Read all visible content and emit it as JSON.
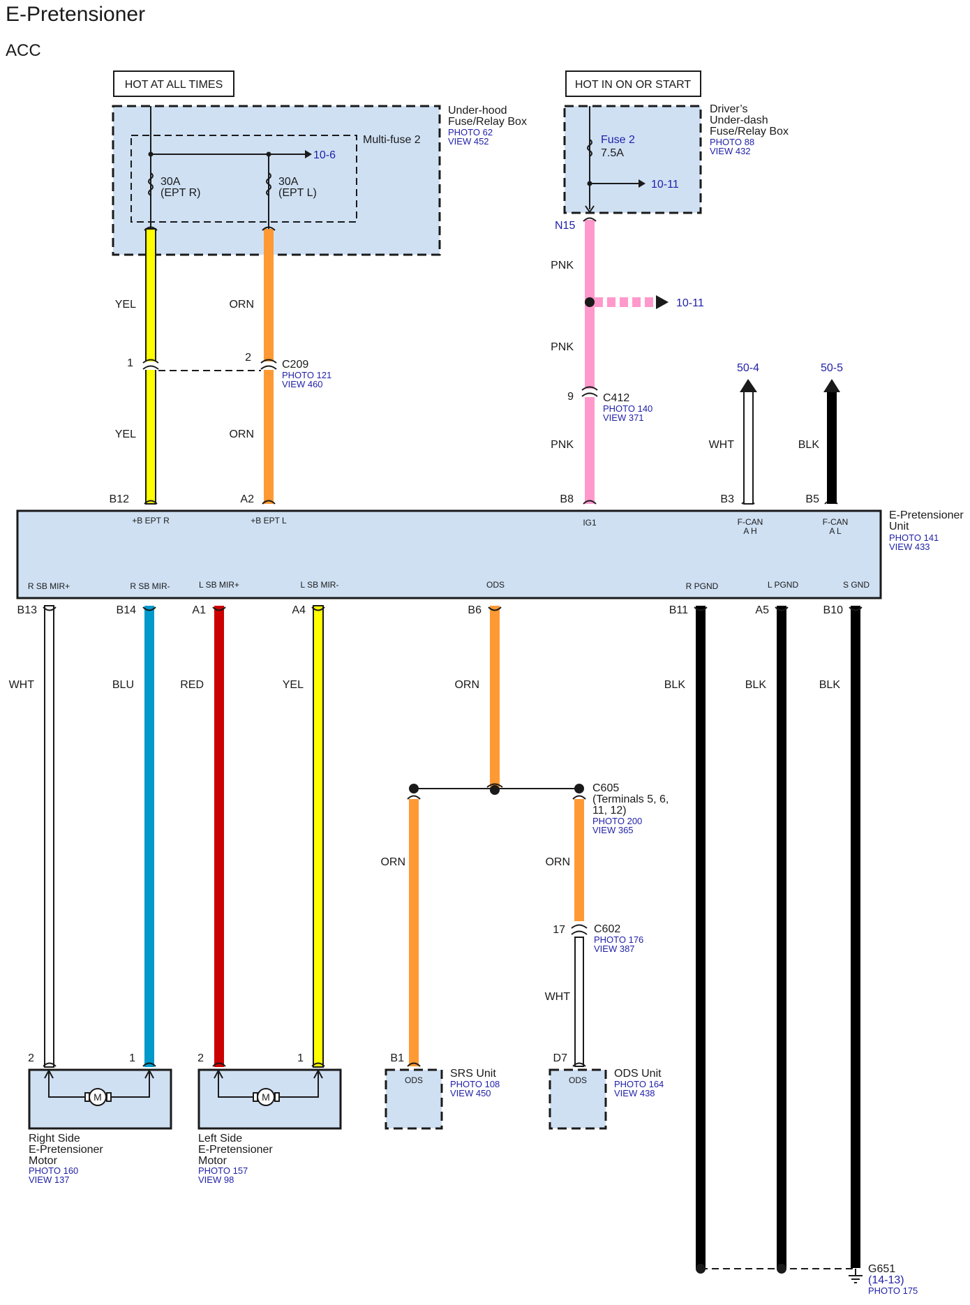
{
  "title": "E-Pretensioner",
  "subtitle": "ACC",
  "hot_labels": {
    "left": "HOT AT ALL TIMES",
    "right": "HOT IN ON OR START"
  },
  "underhood": {
    "name_lines": [
      "Under-hood",
      "Fuse/Relay Box"
    ],
    "photo": "PHOTO 62",
    "view": "VIEW 452",
    "multifuse": "Multi-fuse 2",
    "fuse_r_amp": "30A",
    "fuse_r_name": "(EPT R)",
    "fuse_l_amp": "30A",
    "fuse_l_name": "(EPT L)",
    "xref": "10-6"
  },
  "underdash": {
    "name_lines": [
      "Driver’s",
      "Under-dash",
      "Fuse/Relay Box"
    ],
    "photo": "PHOTO 88",
    "view": "VIEW 432",
    "fuse": "Fuse 2",
    "amp": "7.5A",
    "xref": "10-11",
    "pin": "N15"
  },
  "splice_xref": "10-11",
  "can_xrefs": {
    "hi": "50-4",
    "lo": "50-5"
  },
  "c209": {
    "name": "C209",
    "photo": "PHOTO 121",
    "view": "VIEW 460",
    "pin1": "1",
    "pin2": "2"
  },
  "c412": {
    "name": "C412",
    "photo": "PHOTO 140",
    "view": "VIEW 371",
    "pin": "9"
  },
  "wire_colors": {
    "yel_top": "YEL",
    "orn_top": "ORN",
    "yel_mid": "YEL",
    "orn_mid": "ORN",
    "pnk1": "PNK",
    "pnk2": "PNK",
    "pnk3": "PNK",
    "can_h": "WHT",
    "can_l": "BLK",
    "b13": "WHT",
    "b14": "BLU",
    "a1": "RED",
    "a4": "YEL",
    "b6": "ORN",
    "b11": "BLK",
    "a5": "BLK",
    "b10": "BLK",
    "srs_orn": "ORN",
    "ods_orn": "ORN",
    "ods_wht": "WHT"
  },
  "unit": {
    "name_lines": [
      "E-Pretensioner",
      "Unit"
    ],
    "photo": "PHOTO 141",
    "view": "VIEW 433",
    "top_pins": {
      "b12": "B12",
      "a2": "A2",
      "b8": "B8",
      "b3": "B3",
      "b5": "B5"
    },
    "top_labels": {
      "b12": "+B EPT R",
      "a2": "+B EPT L",
      "b8": "IG1",
      "b3a": "F-CAN",
      "b3b": "A H",
      "b5a": "F-CAN",
      "b5b": "A L"
    },
    "bottom_labels": {
      "b13": "R SB MIR+",
      "b14": "R SB MIR-",
      "a1": "L SB MIR+",
      "a4": "L SB MIR-",
      "b6": "ODS",
      "b11": "R PGND",
      "a5": "L PGND",
      "b10": "S GND"
    },
    "bottom_pins": {
      "b13": "B13",
      "b14": "B14",
      "a1": "A1",
      "a4": "A4",
      "b6": "B6",
      "b11": "B11",
      "a5": "A5",
      "b10": "B10"
    }
  },
  "c605": {
    "name": "C605",
    "detail_lines": [
      "(Terminals 5, 6,",
      "11, 12)"
    ],
    "photo": "PHOTO 200",
    "view": "VIEW 365"
  },
  "c602": {
    "name": "C602",
    "photo": "PHOTO 176",
    "view": "VIEW 387",
    "pin": "17"
  },
  "r_motor": {
    "name_lines": [
      "Right Side",
      "E-Pretensioner",
      "Motor"
    ],
    "photo": "PHOTO 160",
    "view": "VIEW 137",
    "pin_a": "2",
    "pin_b": "1",
    "symbol": "M"
  },
  "l_motor": {
    "name_lines": [
      "Left Side",
      "E-Pretensioner",
      "Motor"
    ],
    "photo": "PHOTO 157",
    "view": "VIEW 98",
    "pin_a": "2",
    "pin_b": "1",
    "symbol": "M"
  },
  "srs": {
    "name": "SRS Unit",
    "photo": "PHOTO 108",
    "view": "VIEW 450",
    "pin": "B1",
    "terminal": "ODS"
  },
  "ods": {
    "name": "ODS Unit",
    "photo": "PHOTO 164",
    "view": "VIEW 438",
    "pin": "D7",
    "terminal": "ODS"
  },
  "ground": {
    "name": "G651",
    "ref": "(14-13)",
    "photo": "PHOTO 175"
  },
  "colors": {
    "yellow": "#ffff00",
    "orange": "#ff9933",
    "pink": "#ff99cc",
    "blue": "#0099cc",
    "red": "#cc0000",
    "black": "#000000",
    "white": "#ffffff",
    "box_fill": "#cfe0f3",
    "link": "#1f1fa8"
  }
}
